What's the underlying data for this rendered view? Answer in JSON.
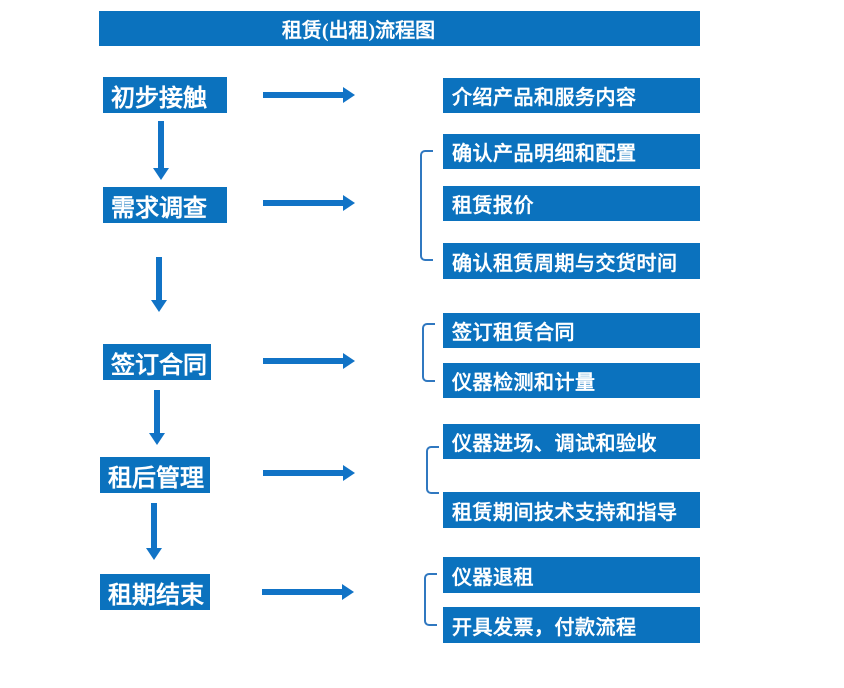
{
  "title": "租赁(出租)流程图",
  "colors": {
    "box_blue": "#0b72be",
    "arrow_blue": "#1173c6",
    "bracket_blue": "#3078c0",
    "text_white": "#ffffff",
    "background": "#ffffff"
  },
  "stages": [
    {
      "label": "初步接触",
      "outputs": [
        "介绍产品和服务内容"
      ]
    },
    {
      "label": "需求调查",
      "outputs": [
        "确认产品明细和配置",
        "租赁报价",
        "确认租赁周期与交货时间"
      ]
    },
    {
      "label": "签订合同",
      "outputs": [
        "签订租赁合同",
        "仪器检测和计量"
      ]
    },
    {
      "label": "租后管理",
      "outputs": [
        "仪器进场、调试和验收",
        "租赁期间技术支持和指导"
      ]
    },
    {
      "label": "租期结束",
      "outputs": [
        "仪器退租",
        "开具发票，付款流程"
      ]
    }
  ]
}
